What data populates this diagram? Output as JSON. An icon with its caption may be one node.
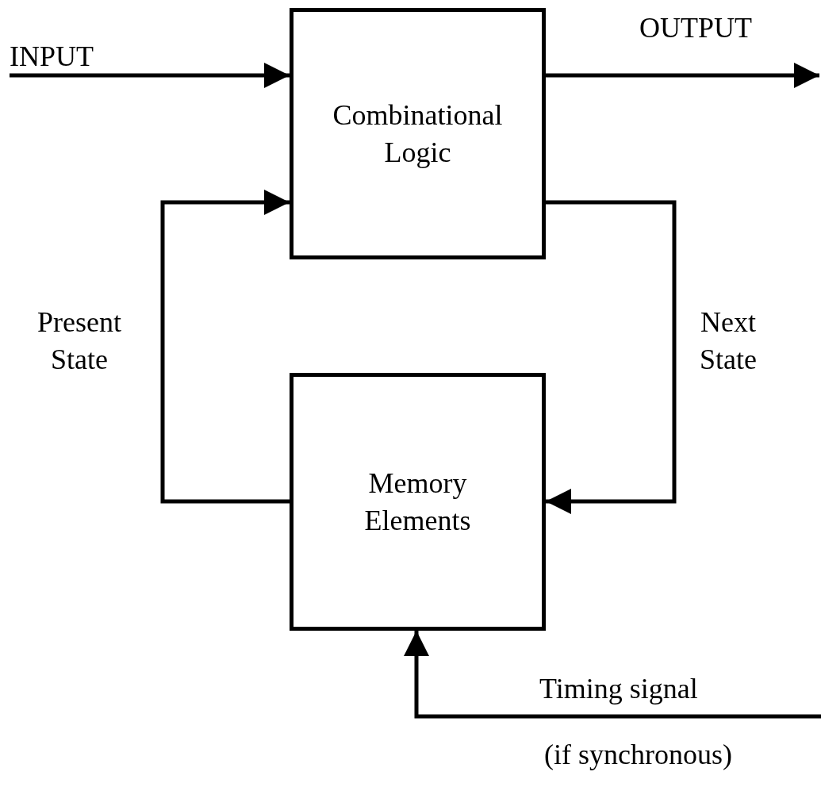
{
  "diagram": {
    "nodes": [
      {
        "text": [
          "Combinational Logic"
        ]
      },
      {
        "text": [
          "Memory Elements"
        ]
      }
    ],
    "edges": [
      {
        "from": null,
        "to": 0,
        "arrow": "to",
        "label": "INPUT"
      },
      {
        "from": 0,
        "to": null,
        "arrow": "to",
        "label": "OUTPUT"
      },
      {
        "from": 1,
        "to": 0,
        "arrow": "to",
        "label": "Present State"
      },
      {
        "from": 0,
        "to": 1,
        "arrow": "to",
        "label": "Next State"
      },
      {
        "from": null,
        "to": 1,
        "arrow": "to",
        "label": "Timing signal"
      }
    ],
    "labels": [
      "(if synchronous)"
    ]
  }
}
